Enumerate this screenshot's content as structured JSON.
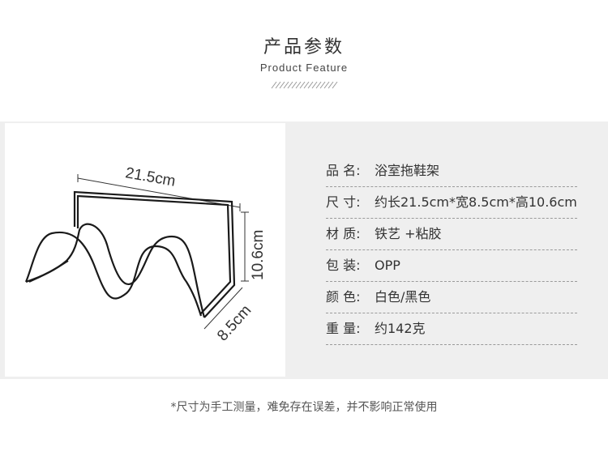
{
  "header": {
    "title": "产品参数",
    "subtitle": "Product Feature"
  },
  "product_image": {
    "dim_width": "21.5cm",
    "dim_height": "10.6cm",
    "dim_depth": "8.5cm"
  },
  "specs": [
    {
      "label": "品 名:",
      "value": "浴室拖鞋架"
    },
    {
      "label": "尺 寸:",
      "value": "约长21.5cm*宽8.5cm*高10.6cm"
    },
    {
      "label": "材 质:",
      "value": "铁艺 +粘胶"
    },
    {
      "label": "包 装:",
      "value": "OPP"
    },
    {
      "label": "颜 色:",
      "value": "白色/黑色"
    },
    {
      "label": "重 量:",
      "value": "约142克"
    }
  ],
  "footnote": "*尺寸为手工测量，难免存在误差，并不影响正常使用",
  "colors": {
    "band": "#efefef",
    "rack": "#1a1a1a"
  }
}
